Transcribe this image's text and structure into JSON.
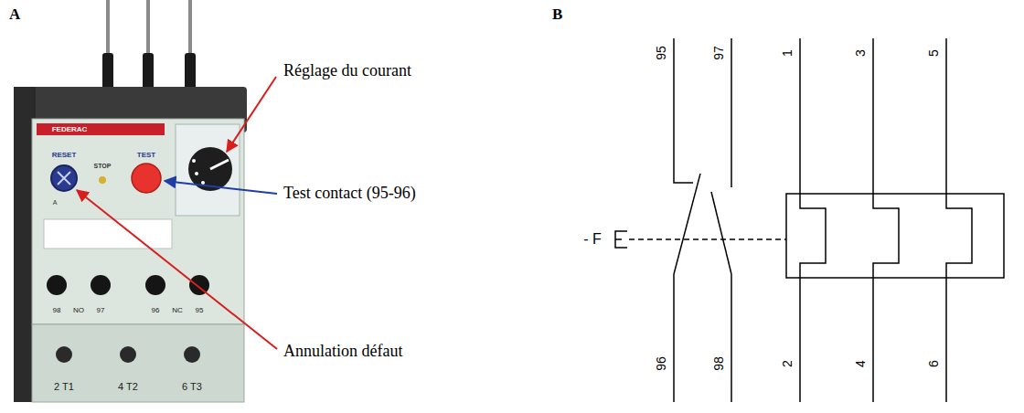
{
  "diagram": {
    "labels": [
      "A",
      "B",
      "Réglage du courant",
      "Test contact (95-96)",
      "Annulation défaut",
      "FEDERAC",
      "RESET",
      "STOP",
      "TEST",
      "98",
      "NO",
      "97",
      "96",
      "NC",
      "95",
      "2 T1",
      "4 T2",
      "6 T3",
      "95",
      "97",
      "1",
      "3",
      "5",
      "96",
      "98",
      "2",
      "4",
      "6",
      "- F",
      "A"
    ]
  }
}
